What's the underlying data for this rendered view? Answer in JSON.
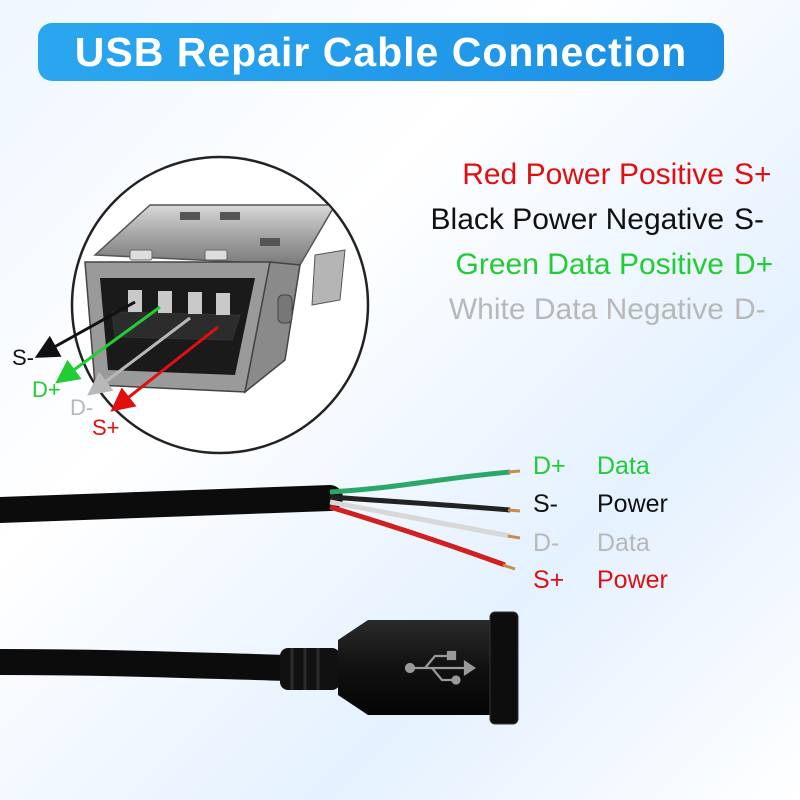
{
  "title": "USB Repair Cable Connection",
  "colors": {
    "red": "#e01010",
    "black": "#111111",
    "green": "#22cc33",
    "white": "#b8b8b8",
    "title_bg": "#1f9aea"
  },
  "legend": [
    {
      "label": "Red Power Positive",
      "code": "S+",
      "color": "#e01010"
    },
    {
      "label": "Black Power Negative",
      "code": "S-",
      "color": "#111111"
    },
    {
      "label": "Green Data Positive",
      "code": "D+",
      "color": "#22cc33"
    },
    {
      "label": "White Data Negative",
      "code": "D-",
      "color": "#b8b8b8"
    }
  ],
  "port_labels": {
    "s_minus": "S-",
    "d_plus": "D+",
    "d_minus": "D-",
    "s_plus": "S+"
  },
  "wires": [
    {
      "code": "D+",
      "type": "Data",
      "color": "#22cc33"
    },
    {
      "code": "S-",
      "type": "Power",
      "color": "#111111"
    },
    {
      "code": "D-",
      "type": "Data",
      "color": "#b8b8b8"
    },
    {
      "code": "S+",
      "type": "Power",
      "color": "#e01010"
    }
  ]
}
